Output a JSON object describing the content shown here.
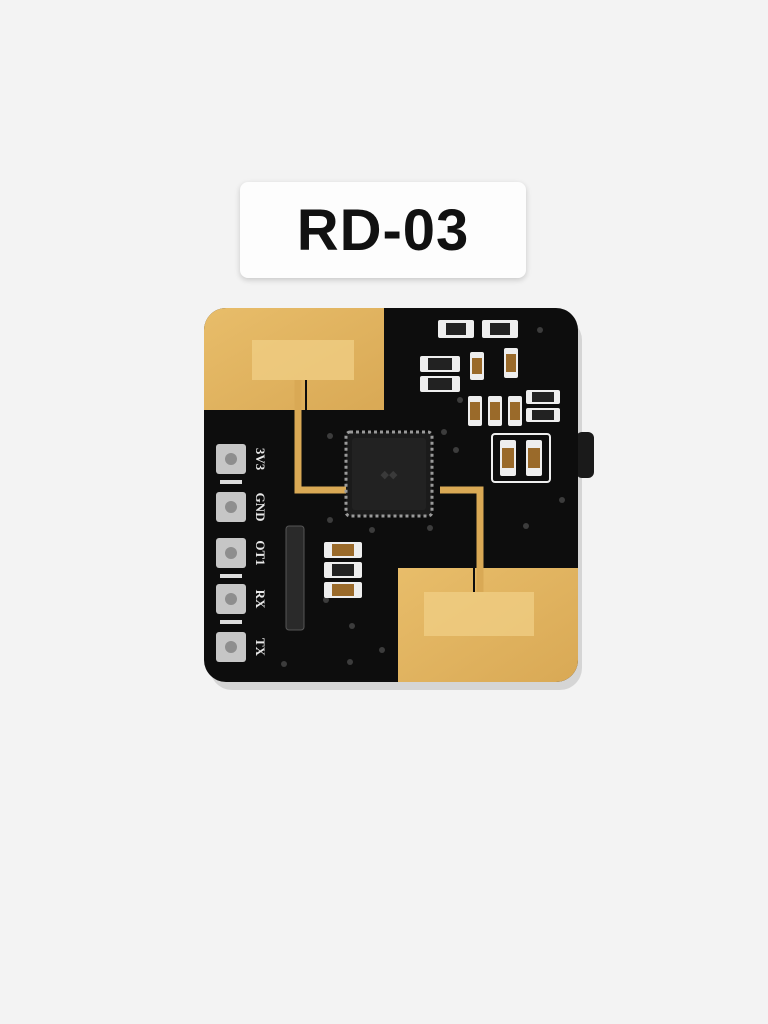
{
  "product": {
    "model_label": "RD-03",
    "pin_labels": [
      "3V3",
      "GND",
      "OT1",
      "RX",
      "TX"
    ]
  },
  "colors": {
    "background": "#f3f3f3",
    "pcb": "#0d0d0d",
    "gold": "#e2b560",
    "pad_silver": "#bdbdbd"
  }
}
